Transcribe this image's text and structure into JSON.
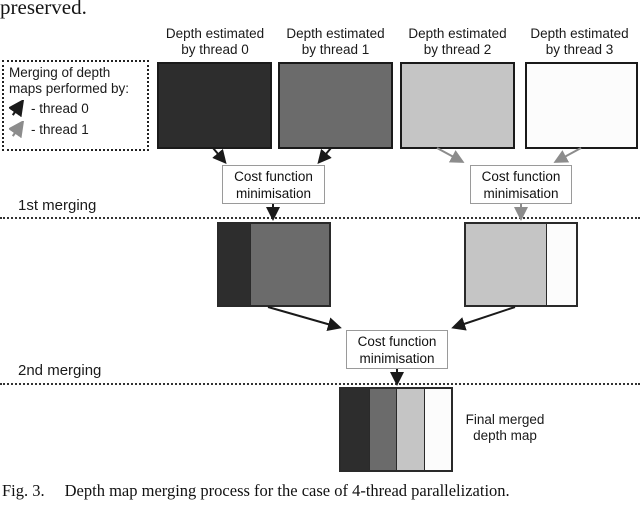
{
  "page": {
    "intro_text": "preserved.",
    "figure_label": "Fig. 3.",
    "caption": "Depth map merging process for the case of 4-thread parallelization."
  },
  "legend": {
    "title_line1": "Merging of depth",
    "title_line2": "maps performed by:",
    "items": [
      {
        "icon": "thread0-arrow-icon",
        "label": "- thread 0",
        "color": "#1a1a1a"
      },
      {
        "icon": "thread1-arrow-icon",
        "label": "- thread 1",
        "color": "#8c8c8c"
      }
    ]
  },
  "depth_maps": [
    {
      "label_line1": "Depth estimated",
      "label_line2": "by thread 0",
      "color": "#2d2d2d"
    },
    {
      "label_line1": "Depth estimated",
      "label_line2": "by thread 1",
      "color": "#6b6b6b"
    },
    {
      "label_line1": "Depth estimated",
      "label_line2": "by thread 2",
      "color": "#c5c5c5"
    },
    {
      "label_line1": "Depth estimated",
      "label_line2": "by thread 3",
      "color": "#fcfcfc"
    }
  ],
  "stages": {
    "first_merging_label": "1st merging",
    "second_merging_label": "2nd merging",
    "cost_box_line1": "Cost function",
    "cost_box_line2": "minimisation"
  },
  "merged_maps": {
    "left": {
      "segment_colors": [
        "#2d2d2d",
        "#6b6b6b"
      ],
      "segment_widths": [
        "28%",
        "72%"
      ]
    },
    "right": {
      "segment_colors": [
        "#c5c5c5",
        "#fcfcfc"
      ],
      "segment_widths": [
        "73%",
        "27%"
      ]
    },
    "final": {
      "segment_colors": [
        "#2d2d2d",
        "#6b6b6b",
        "#c5c5c5",
        "#fcfcfc"
      ],
      "segment_widths": [
        "25%",
        "25%",
        "25%",
        "25%"
      ],
      "label_line1": "Final merged",
      "label_line2": "depth map"
    }
  }
}
